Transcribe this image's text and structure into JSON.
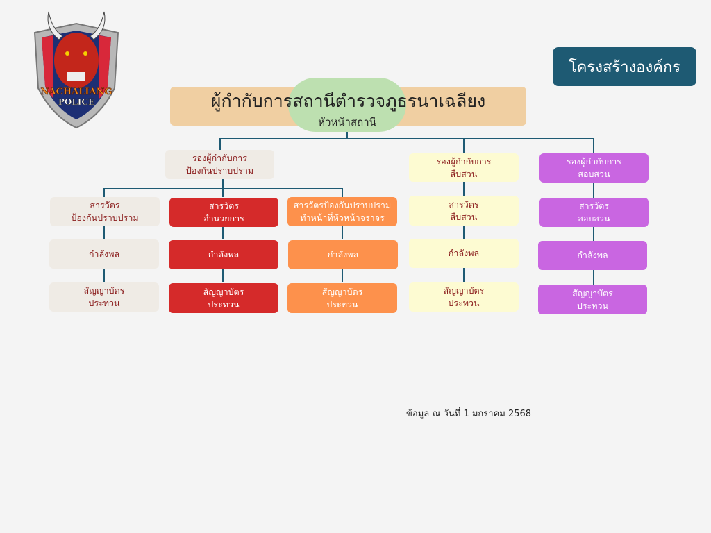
{
  "logo": {
    "text_top": "NACHALIANG",
    "text_bottom": "POLICE"
  },
  "header_button": "โครงสร้างองค์กร",
  "head": {
    "title": "ผู้กำกับการสถานีตำรวจภูธรนาเฉลียง",
    "subtitle": "หัวหน้าสถานี"
  },
  "deputies": [
    {
      "l1": "รองผู้กำกับการ",
      "l2": "ป้องกันปราบปราม"
    },
    {
      "l1": "รองผู้กำกับการ",
      "l2": "สืบสวน"
    },
    {
      "l1": "รองผู้กำกับการ",
      "l2": "สอบสวน"
    }
  ],
  "columns": [
    {
      "inspector": {
        "l1": "สารวัตร",
        "l2": "ป้องกันปราบปราม"
      },
      "manpower": "กำลังพล",
      "ranks": {
        "l1": "สัญญาบัตร",
        "l2": "ประทวน"
      }
    },
    {
      "inspector": {
        "l1": "สารวัตร",
        "l2": "อำนวยการ"
      },
      "manpower": "กำลังพล",
      "ranks": {
        "l1": "สัญญาบัตร",
        "l2": "ประทวน"
      }
    },
    {
      "inspector": {
        "l1": "สารวัตรป้องกันปราบปราม",
        "l2": "ทำหน้าที่หัวหน้าจราจร"
      },
      "manpower": "กำลังพล",
      "ranks": {
        "l1": "สัญญาบัตร",
        "l2": "ประทวน"
      }
    },
    {
      "inspector": {
        "l1": "สารวัตร",
        "l2": "สืบสวน"
      },
      "manpower": "กำลังพล",
      "ranks": {
        "l1": "สัญญาบัตร",
        "l2": "ประทวน"
      }
    },
    {
      "inspector": {
        "l1": "สารวัตร",
        "l2": "สอบสวน"
      },
      "manpower": "กำลังพล",
      "ranks": {
        "l1": "สัญญาบัตร",
        "l2": "ประทวน"
      }
    }
  ],
  "footer": "ข้อมูล ณ วันที่ 1 มกราคม 2568",
  "colors": {
    "connector": "#1e5a73",
    "red": "#d52a2a",
    "orange": "#fd914c",
    "purple": "#c966e1"
  }
}
